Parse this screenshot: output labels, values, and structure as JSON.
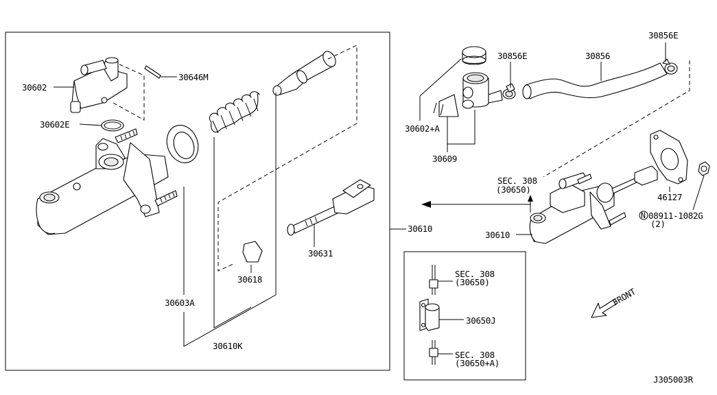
{
  "diagram_id": "J305003R",
  "front_label": "FRONT",
  "main_box": {
    "callouts": {
      "p30602": "30602",
      "p30602e": "30602E",
      "p30646m": "30646M",
      "p30603a": "30603A",
      "p30610k": "30610K",
      "p30618": "30618",
      "p30631": "30631",
      "p30610": "30610"
    }
  },
  "reservoir": {
    "p30602a": "30602+A",
    "p30609": "30609",
    "p30856e_1": "30856E",
    "p30856": "30856",
    "p30856e_2": "30856E"
  },
  "installed": {
    "sec_line1": "SEC. 308",
    "sec_line2": "(30650)",
    "p30610": "30610",
    "p46127": "46127",
    "bolt_code": "N",
    "bolt_part": "08911-1082G",
    "bolt_qty": "(2)"
  },
  "inset": {
    "sec_top_1": "SEC. 308",
    "sec_top_2": "(30650)",
    "p30650j": "30650J",
    "sec_bot_1": "SEC. 308",
    "sec_bot_2": "(30650+A)"
  }
}
